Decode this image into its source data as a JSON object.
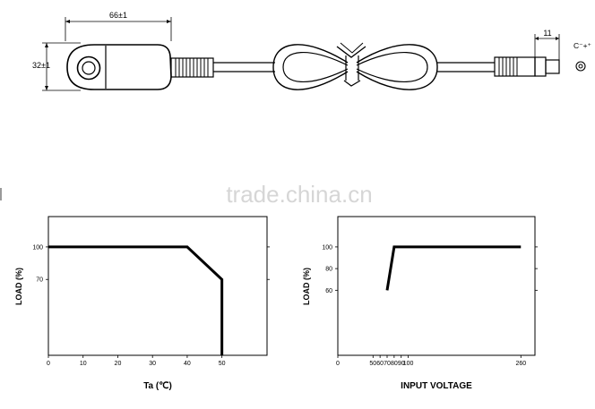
{
  "drawing": {
    "dim_width": "66±1",
    "dim_height": "32±1",
    "dim_plug": "11",
    "polarity": "C⁻+⁺"
  },
  "watermark": "trade.china.cn",
  "chart_data": [
    {
      "type": "line",
      "xlabel": "Ta (℃)",
      "ylabel": "LOAD (%)",
      "xticks": [
        0,
        10,
        20,
        30,
        40,
        50
      ],
      "yticks": [
        70,
        100
      ],
      "xlim": [
        0,
        63
      ],
      "ylim": [
        0,
        128
      ],
      "series": [
        {
          "x": [
            0,
            40,
            50,
            50
          ],
          "y": [
            100,
            100,
            70,
            0
          ]
        }
      ]
    },
    {
      "type": "line",
      "xlabel": "INPUT VOLTAGE",
      "ylabel": "LOAD (%)",
      "xticks": [
        0,
        50,
        60,
        70,
        80,
        90,
        100,
        260
      ],
      "yticks": [
        60,
        80,
        100
      ],
      "xlim": [
        0,
        280
      ],
      "ylim": [
        0,
        128
      ],
      "series": [
        {
          "x": [
            70,
            80,
            260
          ],
          "y": [
            60,
            100,
            100
          ]
        }
      ]
    }
  ]
}
